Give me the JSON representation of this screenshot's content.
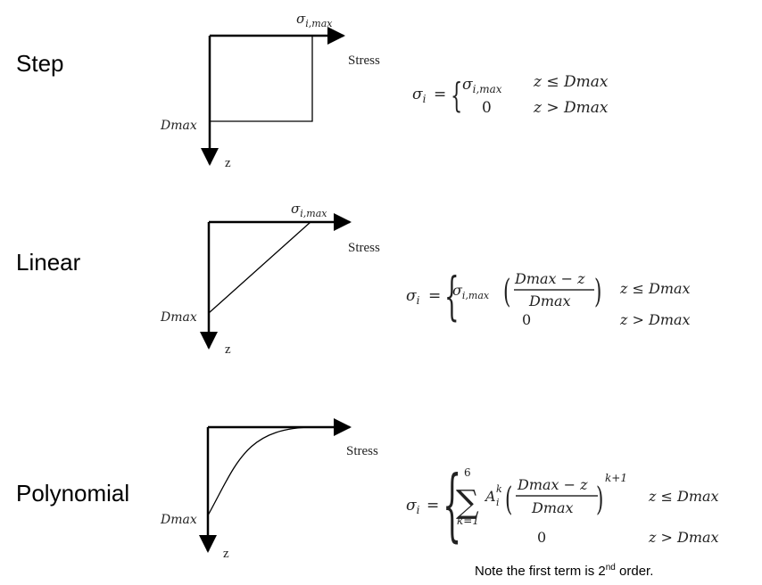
{
  "rows": [
    {
      "name": "Step",
      "axis_top": "σi,max",
      "axis_right": "Stress",
      "axis_left": "Dmax",
      "axis_bottom": "z",
      "formula": {
        "lhs": "σi",
        "case1": "σi,max",
        "cond1": "z ≤ Dmax",
        "case2": "0",
        "cond2": "z > Dmax"
      }
    },
    {
      "name": "Linear",
      "axis_top": "σi,max",
      "axis_right": "Stress",
      "axis_left": "Dmax",
      "axis_bottom": "z",
      "formula": {
        "lhs": "σi",
        "coef": "σi,max",
        "numerator": "Dmax − z",
        "denominator": "Dmax",
        "cond1": "z ≤ Dmax",
        "case2": "0",
        "cond2": "z > Dmax"
      }
    },
    {
      "name": "Polynomial",
      "axis_right": "Stress",
      "axis_left": "Dmax",
      "axis_bottom": "z",
      "formula": {
        "lhs": "σi",
        "sum_upper": "6",
        "sum_lower": "k=1",
        "coef": "A",
        "coef_sup": "k",
        "coef_sub": "i",
        "numerator": "Dmax − z",
        "denominator": "Dmax",
        "exponent": "k+1",
        "cond1": "z ≤ Dmax",
        "case2": "0",
        "cond2": "z > Dmax"
      }
    }
  ],
  "note": {
    "prefix": "Note the first term is 2",
    "sup": "nd",
    "suffix": " order."
  }
}
